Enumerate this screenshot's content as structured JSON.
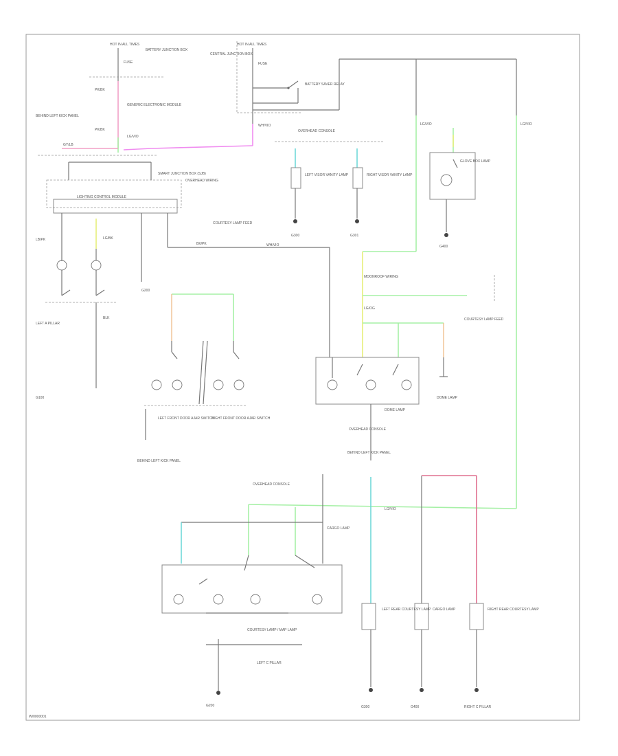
{
  "figure_id": "W/0000001",
  "labels": {
    "hot_in_all_top_left": "HOT IN ALL TIMES",
    "hot_in_all_top_mid": "HOT IN ALL TIMES",
    "fuse_left": "FUSE",
    "fuse_mid": "FUSE",
    "battery_junction_left": "BATTERY JUNCTION BOX",
    "central_junction": "CENTRAL JUNCTION BOX",
    "smart_junction": "SMART JUNCTION BOX (SJB)",
    "battery_saver_relay": "BATTERY SAVER RELAY",
    "generic_electronic_module": "GENERIC ELECTRONIC MODULE",
    "lighting_control_module": "LIGHTING CONTROL MODULE",
    "left_front_door_ajar": "LEFT FRONT DOOR AJAR SWITCH",
    "right_front_door_ajar": "RIGHT FRONT DOOR AJAR SWITCH",
    "glove_box_lamp": "GLOVE BOX LAMP",
    "overhead_console": "OVERHEAD CONSOLE",
    "dome_lamp": "DOME LAMP",
    "left_visor_vanity": "LEFT VISOR VANITY LAMP",
    "right_visor_vanity": "RIGHT VISOR VANITY LAMP",
    "courtesy_lamp_panel": "COURTESY LAMP / MAP LAMP",
    "cargo_lamp": "CARGO LAMP",
    "left_rear_courtesy": "LEFT REAR COURTESY LAMP",
    "right_rear_courtesy": "RIGHT REAR COURTESY LAMP",
    "g100": "G100",
    "g200": "G200",
    "g300": "G300",
    "g301": "G301",
    "g400": "G400",
    "left_kick_panel": "BEHIND LEFT KICK PANEL",
    "left_a_pillar": "LEFT A PILLAR",
    "right_c_pillar": "RIGHT C PILLAR",
    "left_c_pillar": "LEFT C PILLAR",
    "wire_blk": "BLK",
    "wire_lg_vio": "LG/VIO",
    "wire_pk_bk": "PK/BK",
    "wire_gy_lb": "GY/LB",
    "wire_lb_pk": "LB/PK",
    "wire_bk_pk": "BK/PK",
    "wire_lg_og": "LG/OG",
    "wire_wh_vio": "WH/VIO",
    "wire_lg_bk": "LG/BK",
    "courtesy_lamp_feed": "COURTESY LAMP FEED",
    "moonroof_wiring": "MOONROOF WIRING",
    "overhead_wiring": "OVERHEAD WIRING"
  },
  "colors": {
    "green_wire": "#a6f0a6",
    "cyan_wire": "#6fd8d8",
    "pink_wire": "#f2a0c6",
    "magenta_wire": "#f08cf0",
    "red_wire": "#e07090",
    "yellow_wire": "#e6ee7a",
    "orange_wire": "#f0c090",
    "black_wire": "#777777"
  }
}
